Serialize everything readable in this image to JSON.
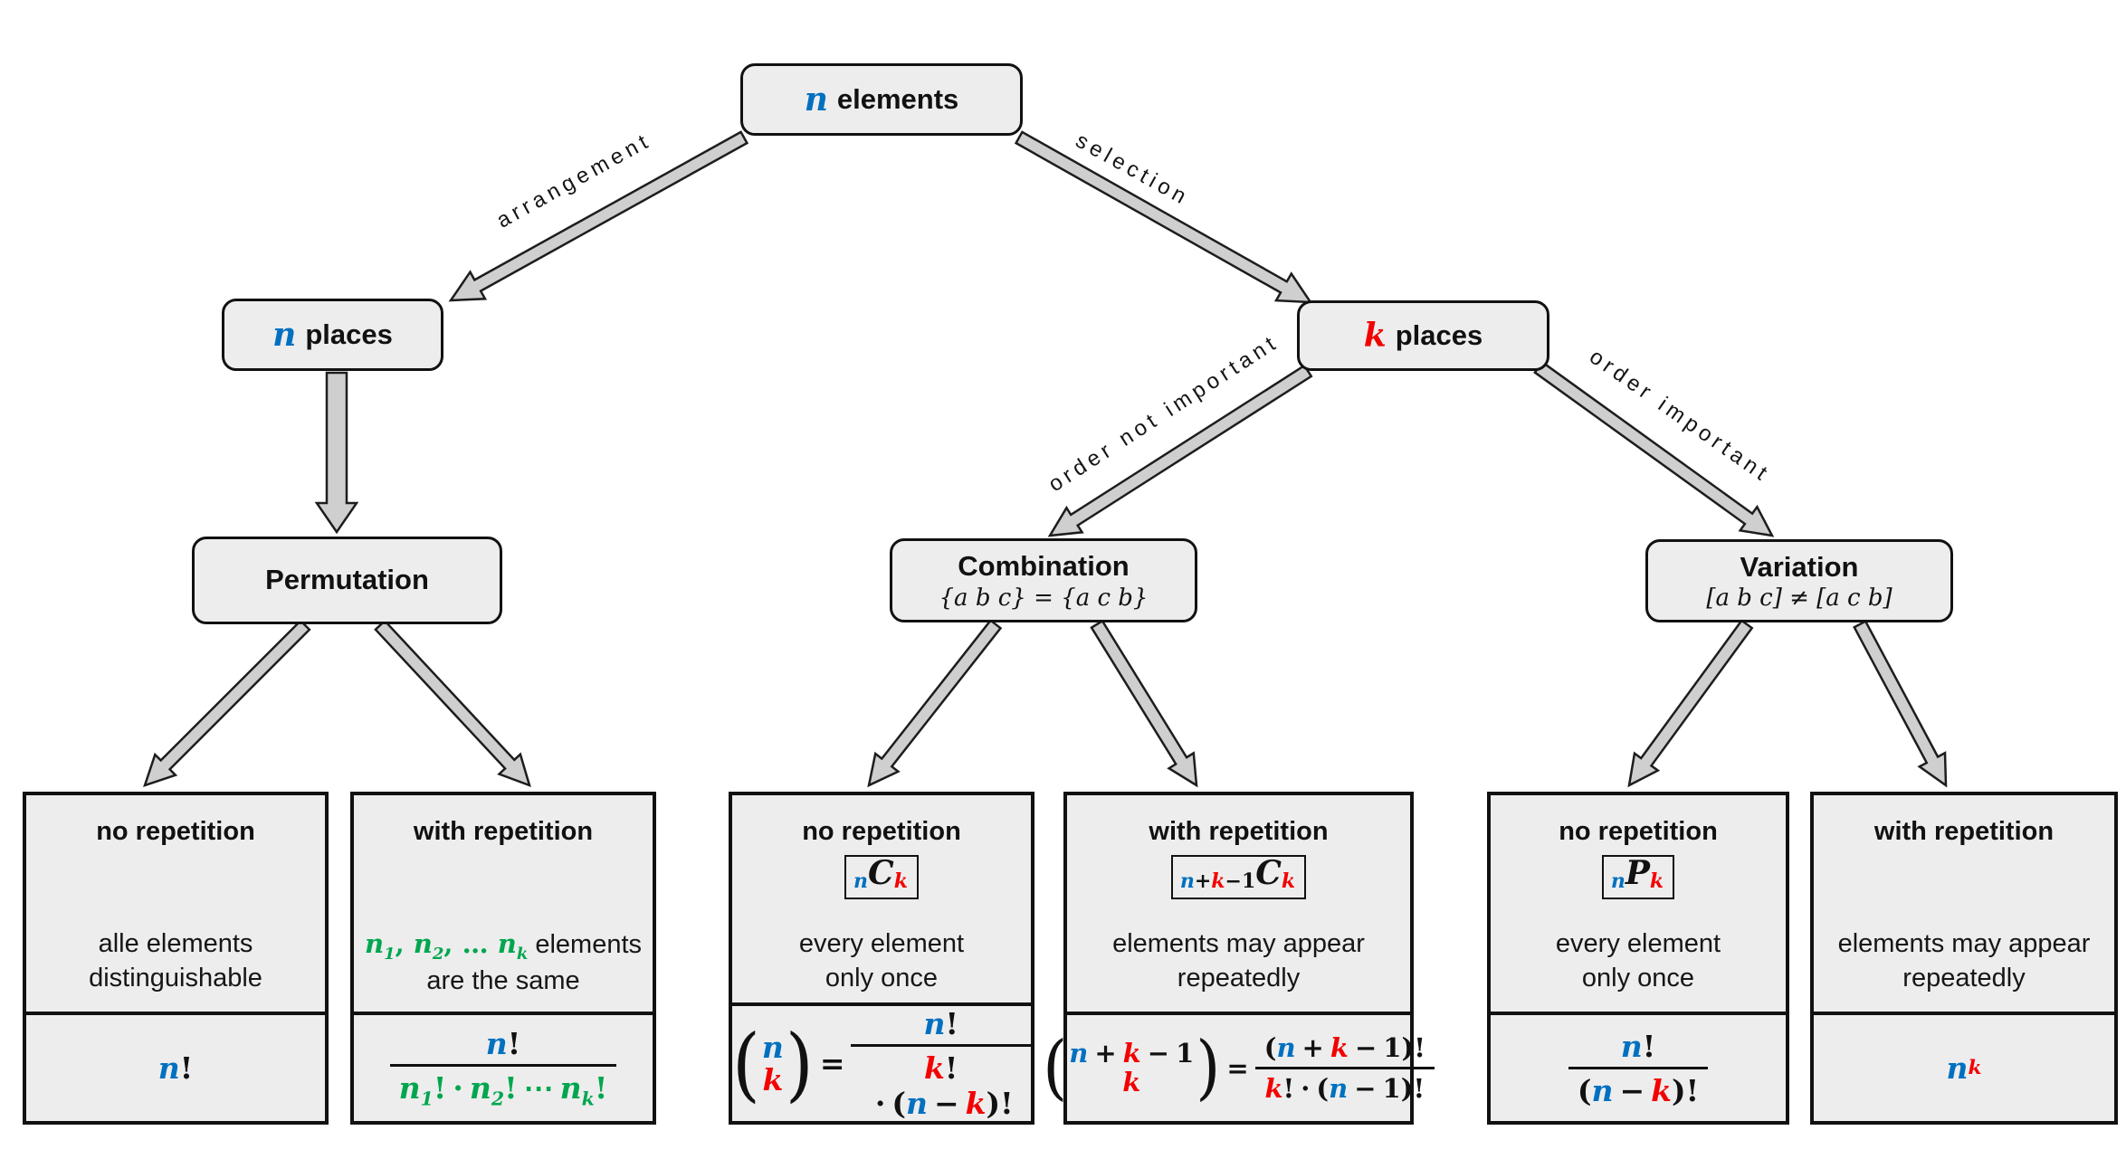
{
  "edge_labels": {
    "arrangement": "arrangement",
    "selection": "selection",
    "order_not_important": "order not important",
    "order_important": "order important"
  },
  "nodes": {
    "root": {
      "var": "n",
      "text": "elements"
    },
    "n_places": {
      "var": "n",
      "text": "places"
    },
    "k_places": {
      "var": "k",
      "text": "places"
    },
    "permutation": {
      "title": "Permutation"
    },
    "combination": {
      "title": "Combination",
      "subtitle": "{a b c} = {a c b}"
    },
    "variation": {
      "title": "Variation",
      "subtitle": "[a b c] ≠ [a c b]"
    }
  },
  "leaves": {
    "perm_no": {
      "header": "no repetition",
      "body1": "alle elements",
      "body2": "distinguishable"
    },
    "perm_with": {
      "header": "with repetition",
      "body_suffix": "elements",
      "body2": "are the same"
    },
    "comb_no": {
      "header": "no repetition",
      "body1": "every element",
      "body2": "only once"
    },
    "comb_with": {
      "header": "with repetition",
      "body1": "elements may appear",
      "body2": "repeatedly"
    },
    "var_no": {
      "header": "no repetition",
      "body1": "every element",
      "body2": "only once"
    },
    "var_with": {
      "header": "with repetition",
      "body1": "elements may appear",
      "body2": "repeatedly"
    }
  },
  "tok": {
    "n": "n",
    "k": "k",
    "C": "C",
    "P": "P",
    "bang": "!",
    "plus": "+",
    "minus": "−",
    "one": "1",
    "eq": "=",
    "cdot": "·",
    "cdots": "⋯",
    "comma": ",",
    "dots": "…",
    "lp": "(",
    "rp": ")",
    "sub1": "1",
    "sub2": "2",
    "subk": "k"
  },
  "colors": {
    "blue": "#0070C0",
    "red": "#F40000",
    "green": "#00A64F"
  }
}
